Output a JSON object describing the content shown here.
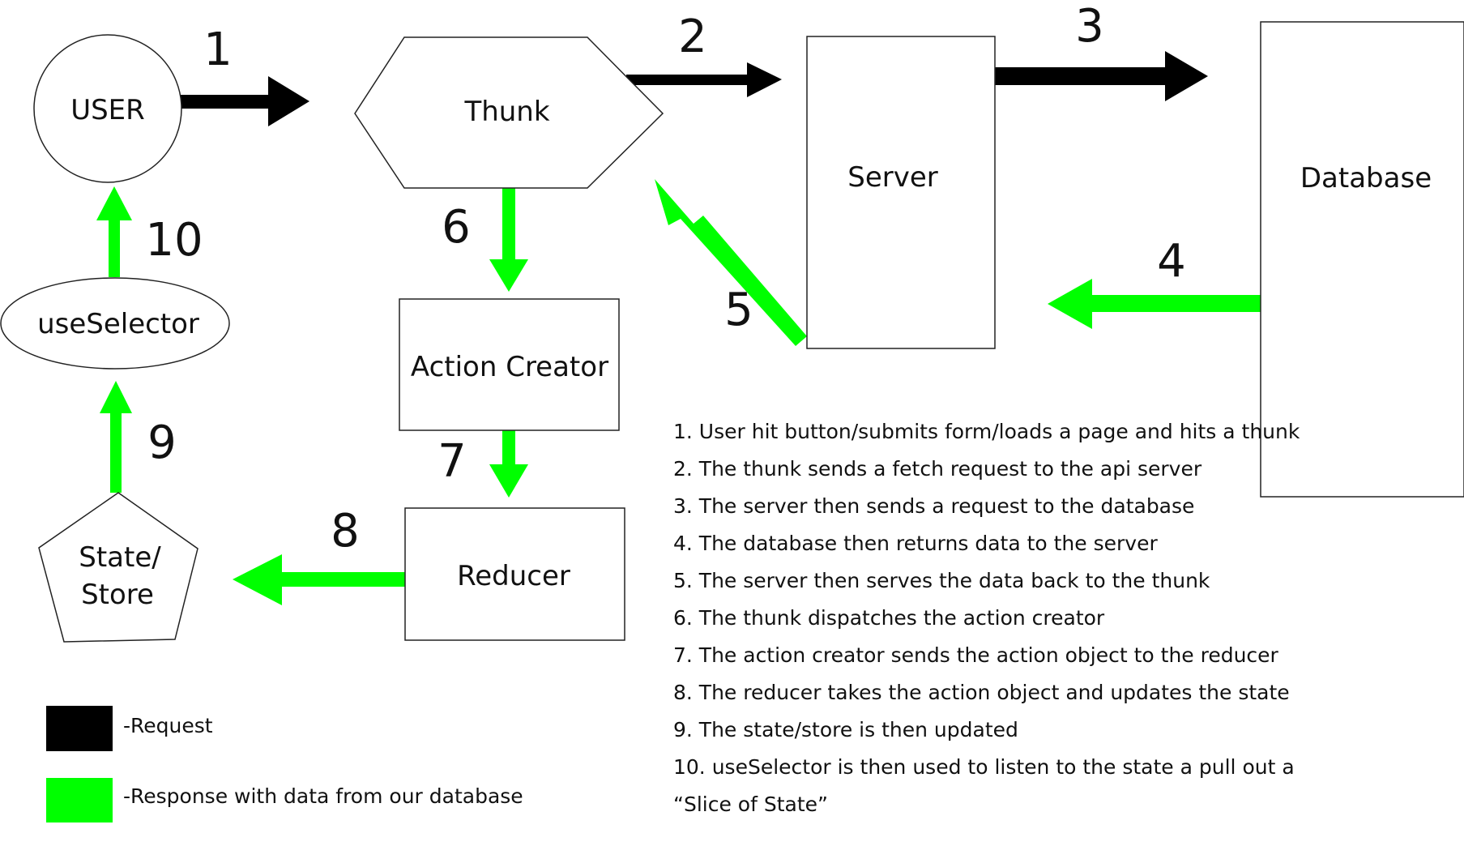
{
  "colors": {
    "request": "#000000",
    "response": "#00ff00",
    "outline": "#222222",
    "background": "#ffffff"
  },
  "nodes": {
    "user": "USER",
    "thunk": "Thunk",
    "server": "Server",
    "database": "Database",
    "action_creator": "Action Creator",
    "reducer": "Reducer",
    "use_selector": "useSelector",
    "state_store": [
      "State/",
      "Store"
    ]
  },
  "steps": [
    "1",
    "2",
    "3",
    "4",
    "5",
    "6",
    "7",
    "8",
    "9",
    "10"
  ],
  "descriptions": [
    "1. User hit button/submits form/loads a page and hits a thunk",
    "2. The thunk sends a fetch request to the api server",
    "3. The server then sends a request to the database",
    "4. The database then returns data to the server",
    "5. The server then serves the data back to the thunk",
    "6. The thunk dispatches the action creator",
    "7. The action creator sends the action object to the reducer",
    "8. The reducer takes the action object and updates the state",
    "9. The state/store is then updated",
    "10. useSelector is then used to listen to the state a pull out a",
    "“Slice of State”"
  ],
  "legend": {
    "request": "-Request",
    "response": "-Response with data from our database"
  }
}
